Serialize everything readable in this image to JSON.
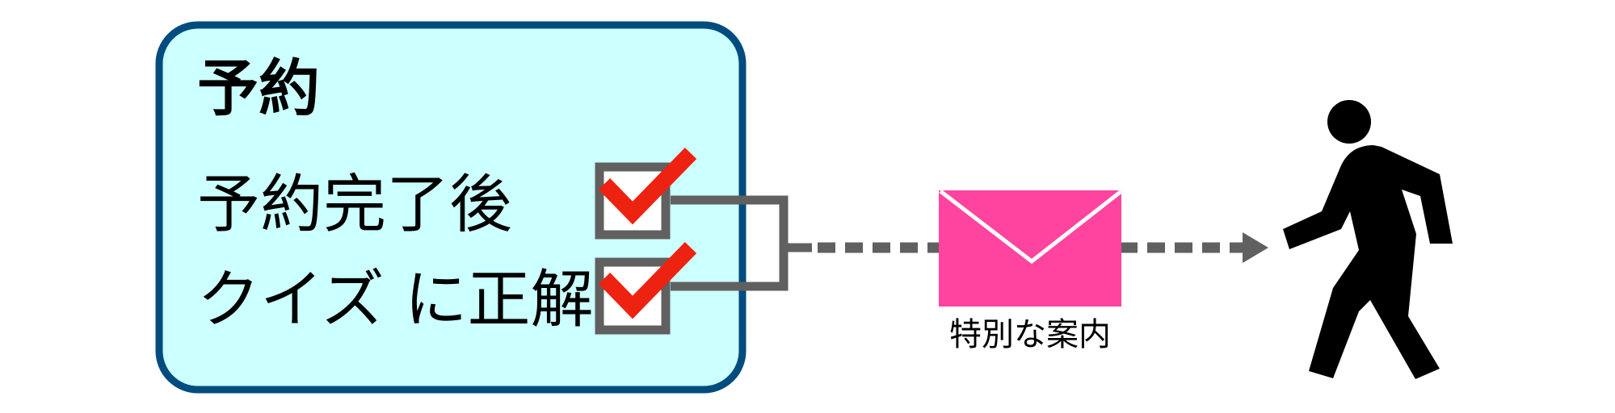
{
  "reservation_box": {
    "title": "予約",
    "conditions": [
      {
        "label": "予約完了後",
        "checked": true
      },
      {
        "label": "クイズ に正解",
        "checked": true
      }
    ]
  },
  "message": {
    "label": "特別な案内",
    "icon": "envelope-icon"
  },
  "recipient": {
    "icon": "walking-person-icon"
  },
  "colors": {
    "box_fill": "#CCFFFF",
    "box_border": "#004C7F",
    "checkbox_border": "#606060",
    "check_mark": "#EE2211",
    "connector": "#606060",
    "envelope": "#FF449F",
    "person": "#000000"
  }
}
